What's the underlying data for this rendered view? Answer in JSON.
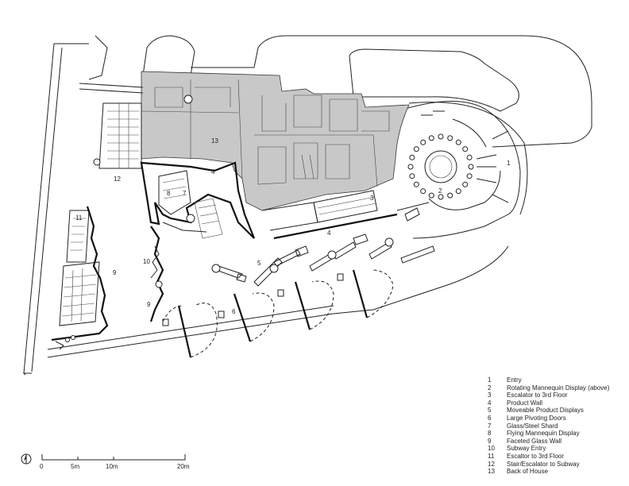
{
  "legend": [
    {
      "num": "1",
      "label": "Entry"
    },
    {
      "num": "2",
      "label": "Rotating Mannequin Display (above)"
    },
    {
      "num": "3",
      "label": "Escalator to 3rd Floor"
    },
    {
      "num": "4",
      "label": "Product Wall"
    },
    {
      "num": "5",
      "label": "Moveable Product Displays"
    },
    {
      "num": "6",
      "label": "Large Pivoting Doors"
    },
    {
      "num": "7",
      "label": "Glass/Steel Shard"
    },
    {
      "num": "8",
      "label": "Flying Mannequin Display"
    },
    {
      "num": "9",
      "label": "Faceted Glass Wall"
    },
    {
      "num": "10",
      "label": "Subway Entry"
    },
    {
      "num": "11",
      "label": "Escaltor to 3rd Floor"
    },
    {
      "num": "12",
      "label": "Stair/Escalator to Subway"
    },
    {
      "num": "13",
      "label": "Back of House"
    }
  ],
  "plan_labels": {
    "n1": "1",
    "n2": "2",
    "n3": "3",
    "n4a": "4",
    "n4b": "4",
    "n5": "5",
    "n6": "6",
    "n7": "7",
    "n8": "8",
    "n9a": "9",
    "n9b": "9",
    "n10": "10",
    "n11": "11",
    "n12": "12",
    "n13": "13"
  },
  "scale": {
    "t0": "0",
    "t5": "5m",
    "t10": "10m",
    "t20": "20m"
  }
}
